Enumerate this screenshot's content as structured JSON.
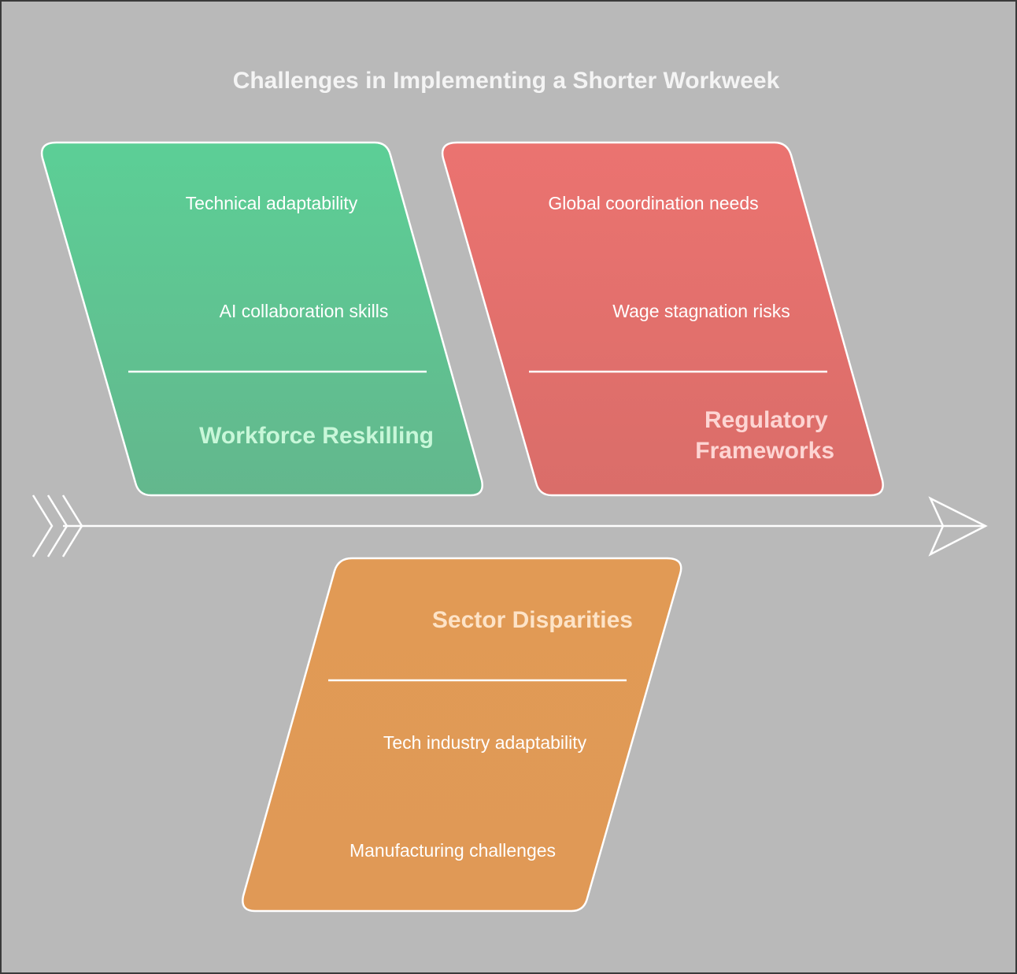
{
  "title": "Challenges in Implementing a Shorter Workweek",
  "categories": [
    {
      "heading_lines": [
        "Workforce Reskilling"
      ],
      "causes": [
        "Technical adaptability",
        "AI collaboration skills"
      ],
      "colors": {
        "fill_top": "#5ccf96",
        "fill_bottom": "#63b78d",
        "heading": "#c8f7d9"
      }
    },
    {
      "heading_lines": [
        "Regulatory",
        "Frameworks"
      ],
      "causes": [
        "Global coordination needs",
        "Wage stagnation risks"
      ],
      "colors": {
        "fill_top": "#eb7370",
        "fill_bottom": "#da6d69",
        "heading": "#fdd5d3"
      }
    },
    {
      "heading_lines": [
        "Sector Disparities"
      ],
      "causes": [
        "Tech industry adaptability",
        "Manufacturing challenges"
      ],
      "colors": {
        "fill_top": "#e19a55",
        "fill_bottom": "#e09956",
        "heading": "#fde3c7"
      }
    }
  ],
  "colors": {
    "background": "#b9b9b9",
    "outline": "#ffffff",
    "text": "#ffffff"
  }
}
